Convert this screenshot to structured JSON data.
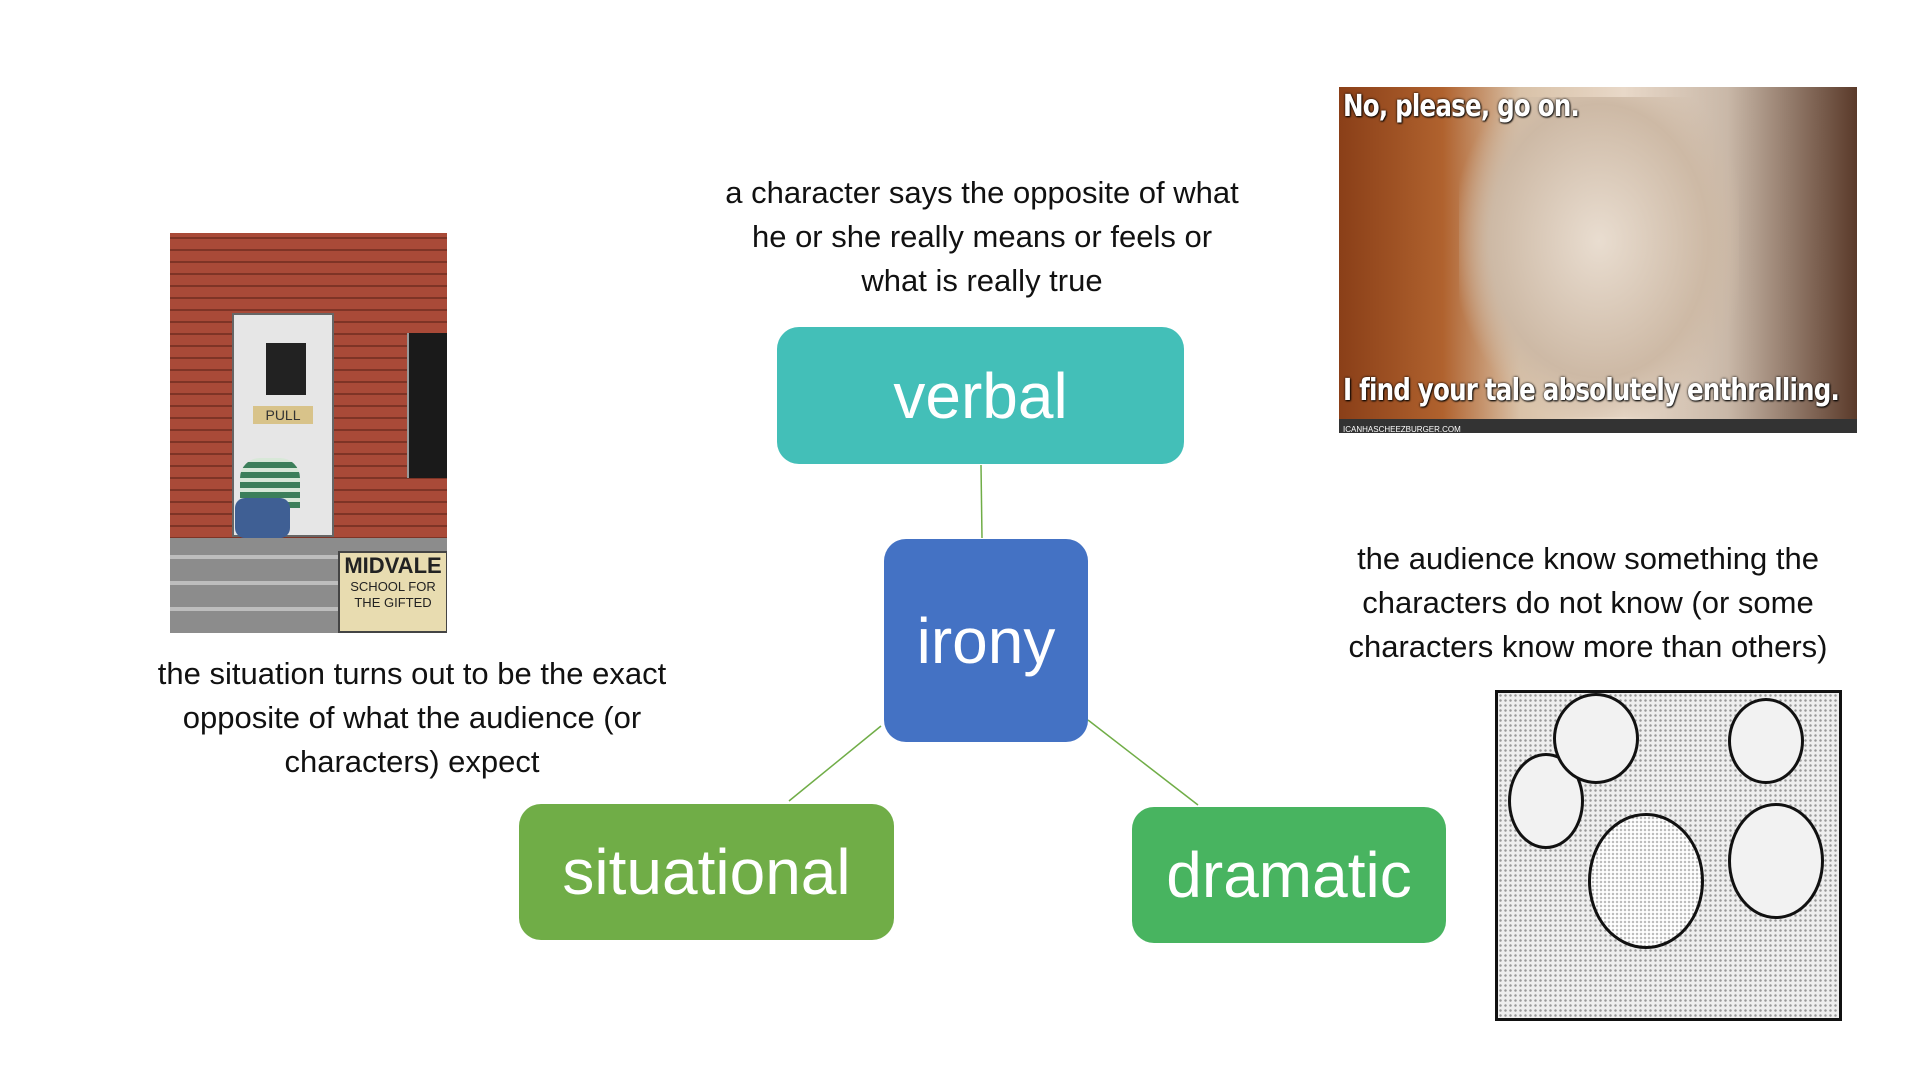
{
  "nodes": {
    "center": "irony",
    "verbal": "verbal",
    "situational": "situational",
    "dramatic": "dramatic"
  },
  "descriptions": {
    "verbal": [
      "a character says the opposite of what",
      "he or she really means or feels or",
      "what is really true"
    ],
    "situational": [
      "the situation turns out to be the exact",
      "opposite of what the audience (or",
      "characters) expect"
    ],
    "dramatic": [
      "the audience know something the",
      "characters do not know (or some",
      "characters know more than others)"
    ]
  },
  "images": {
    "cartoon": {
      "door_sign": "PULL",
      "school_sign": [
        "MIDVALE",
        "SCHOOL FOR",
        "THE GIFTED"
      ]
    },
    "cat_meme": {
      "top_caption": "No, please, go on.",
      "bottom_caption": "I find your tale absolutely enthralling.",
      "watermark": "ICANHASCHEEZBURGER.COM"
    }
  },
  "colors": {
    "verbal": "#43BFB8",
    "irony": "#4472C4",
    "situational": "#70AD47",
    "dramatic": "#48B460",
    "connector": "#70AD47"
  }
}
